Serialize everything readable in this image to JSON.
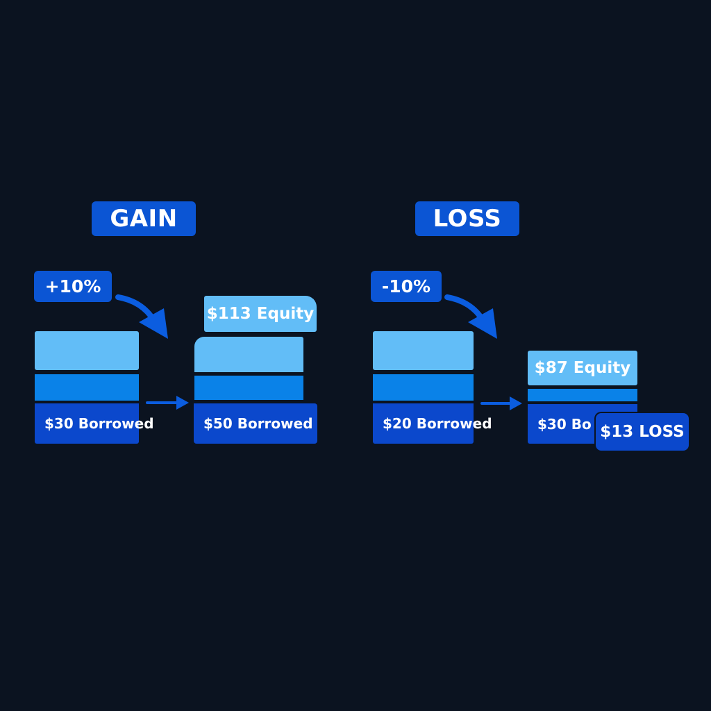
{
  "gain": {
    "header": "GAIN",
    "change_label": "+10%",
    "before": {
      "borrowed_label": "$30 Borrowed"
    },
    "after": {
      "equity_label": "$113 Equity",
      "borrowed_label": "$50 Borrowed"
    }
  },
  "loss": {
    "header": "LOSS",
    "change_label": "-10%",
    "before": {
      "borrowed_label": "$20 Borrowed"
    },
    "after": {
      "equity_label": "$87 Equity",
      "borrowed_label": "$30 Bo",
      "loss_label": "$13 LOSS"
    }
  },
  "colors": {
    "background": "#0b1320",
    "badge": "#0b55d4",
    "equity_block": "#62bdf7",
    "middle_block": "#0a82e8",
    "borrowed_block": "#0b48cc",
    "arrow": "#0b5de0"
  }
}
